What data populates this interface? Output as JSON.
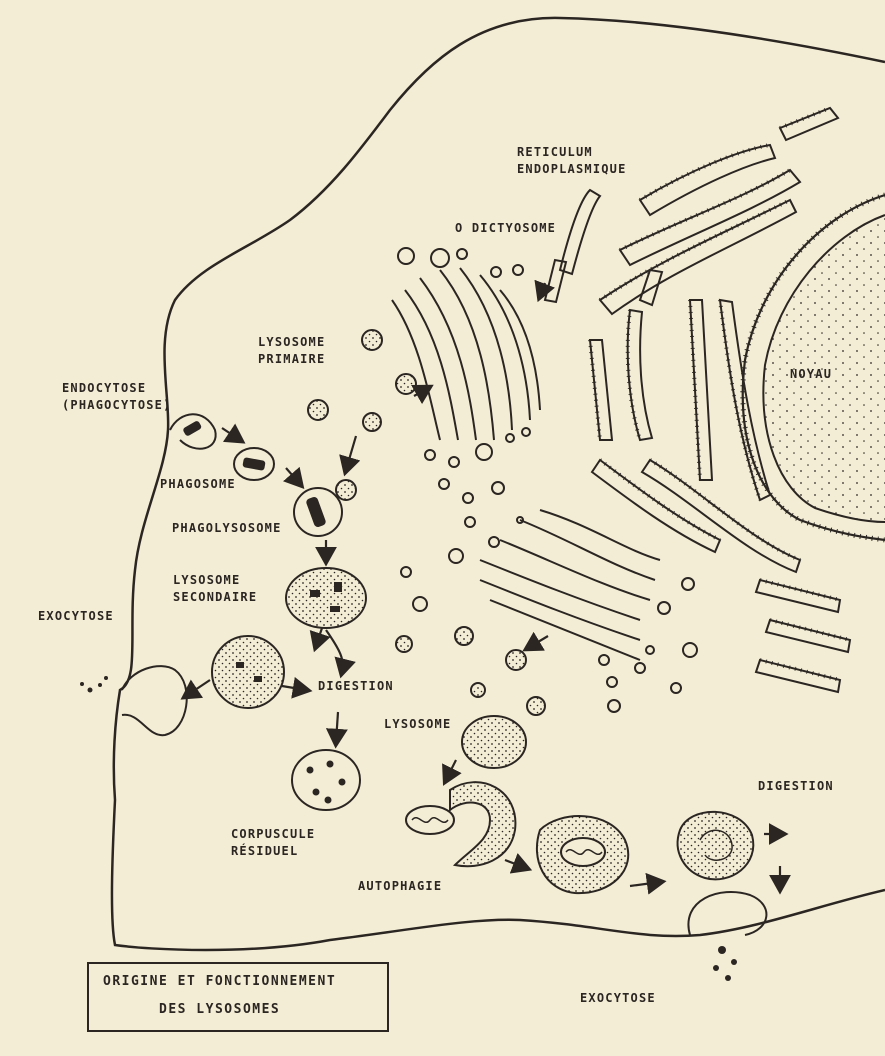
{
  "diagram": {
    "title_line1": "ORIGINE ET FONCTIONNEMENT",
    "title_line2": "DES LYSOSOMES",
    "labels": {
      "reticulum_line1": "RETICULUM",
      "reticulum_line2": "ENDOPLASMIQUE",
      "dictyosome": "O DICTYOSOME",
      "lysosome_primaire_line1": "LYSOSOME",
      "lysosome_primaire_line2": "PRIMAIRE",
      "noyau": "NOYAU",
      "endocytose_line1": "ENDOCYTOSE",
      "endocytose_line2": "(PHAGOCYTOSE)",
      "phagosome": "PHAGOSOME",
      "phagolysosome": "PHAGOLYSOSOME",
      "lysosome_secondaire_line1": "LYSOSOME",
      "lysosome_secondaire_line2": "SECONDAIRE",
      "exocytose_left": "EXOCYTOSE",
      "digestion_center": "DIGESTION",
      "lysosome": "LYSOSOME",
      "corpuscule_line1": "CORPUSCULE",
      "corpuscule_line2": "RÉSIDUEL",
      "autophagie": "AUTOPHAGIE",
      "digestion_right": "DIGESTION",
      "exocytose_bottom": "EXOCYTOSE"
    }
  }
}
